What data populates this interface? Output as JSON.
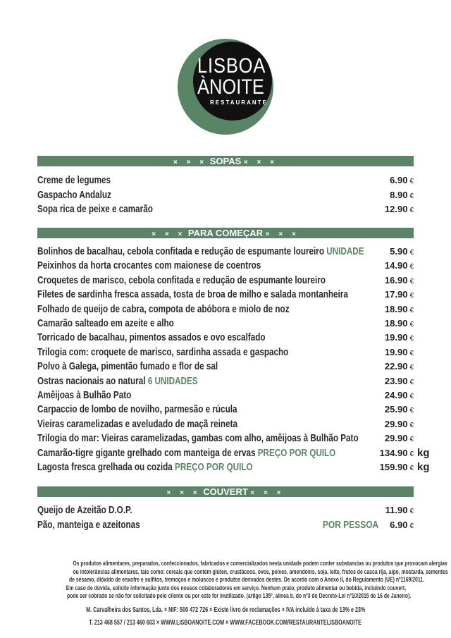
{
  "logo": {
    "line1": "LISBOA",
    "line2": "ÀNOITE",
    "line3": "RESTAURANTE"
  },
  "currency": "€",
  "sections": [
    {
      "title": "SOPAS",
      "items": [
        {
          "name": "Creme de legumes",
          "price": "6.90"
        },
        {
          "name": "Gaspacho Andaluz",
          "price": "8.90"
        },
        {
          "name": "Sopa rica de peixe e camarão",
          "price": "12.90"
        }
      ]
    },
    {
      "title": "PARA COMEÇAR",
      "items": [
        {
          "name": "Bolinhos de bacalhau, cebola confitada e redução de espumante loureiro",
          "note": "UNIDADE",
          "price": "5.90"
        },
        {
          "name": "Peixinhos da horta crocantes com maionese de coentros",
          "price": "14.90"
        },
        {
          "name": "Croquetes de marisco, cebola confitada e redução de espumante loureiro",
          "price": "16.90"
        },
        {
          "name": "Filetes de sardinha fresca assada, tosta de broa de milho e salada montanheira",
          "price": "17.90"
        },
        {
          "name": "Folhado de queijo de cabra, compota de abóbora e miolo de noz",
          "price": "18.90"
        },
        {
          "name": "Camarão salteado em azeite e alho",
          "price": "18.90"
        },
        {
          "name": "Torricado de bacalhau, pimentos assados e ovo escalfado",
          "price": "19.90"
        },
        {
          "name": "Trilogia com: croquete de marisco, sardinha assada e gaspacho",
          "price": "19.90"
        },
        {
          "name": "Polvo à Galega, pimentão fumado e flor de sal",
          "price": "22.90"
        },
        {
          "name": "Ostras nacionais ao natural",
          "note": "6 UNIDADES",
          "price": "23.90"
        },
        {
          "name": "Amêijoas à Bulhão Pato",
          "price": "24.90"
        },
        {
          "name": "Carpaccio de lombo de novilho, parmesão e rúcula",
          "price": "25.90"
        },
        {
          "name": "Vieiras caramelizadas e aveludado de maçã reineta",
          "price": "29.90"
        },
        {
          "name": "Trilogia do mar: Vieiras caramelizadas, gambas com alho, amêijoas à Bulhão Pato",
          "price": "29.90"
        },
        {
          "name": "Camarão-tigre gigante grelhado com manteiga de ervas",
          "note": "PREÇO POR QUILO",
          "price": "134.90",
          "unit": "kg"
        },
        {
          "name": "Lagosta fresca grelhada ou cozida",
          "note": "PREÇO POR QUILO",
          "price": "159.90",
          "unit": "kg"
        }
      ]
    },
    {
      "title": "COUVERT",
      "items": [
        {
          "name": "Queijo de Azeitão D.O.P.",
          "price": "11.90"
        },
        {
          "name": "Pão, manteiga e azeitonas",
          "note_right": "POR PESSOA",
          "price": "6.90"
        }
      ]
    }
  ],
  "disclaimer": [
    "Os produtos alimentares, preparados, confeccionados, fabricados e comercializados nesta unidade podem conter substancias ou produtos que provocam alergias",
    "ou intolerâncias alimentares, tais como: cereais que contém glúten, crustáceos, ovos, peixes, amendoins, soja, leite, frutos de casca rija, aipo, mostarda, sementes",
    "de sésamo, dióxido de enxofre e sulfitos, tremoços e moluscos e produtos derivados destes. De acordo com o Anexo II, do Regulamento (UE) nº1169/2011.",
    "Em caso de dúvida, solicite informação junto dos nossos colaboradores em serviço. Nenhum prato, produto alimentar ou bebida, incluindo couvert,",
    "pode ser cobrado se não for solicitado pelo cliente ou por este for inutilizado. (artigo 135º, alínea b, do nº3 do Decreto-Lei nº10/2015 de 16 de Janeiro)."
  ],
  "company": "M. Carvalheira dos Santos, Lda. × NIF: 500 472 726 × Existe livro de reclamações × IVA incluído à taxa de 13% e 23%",
  "contact": "T. 213 468 557 / 213 460 603 × WWW.LISBOANOITE.COM × WWW.FACEBOOK.COM/RESTAURANTELISBOANOITE",
  "bar_deco": "× × ×",
  "colors": {
    "accent": "#5a8466"
  }
}
